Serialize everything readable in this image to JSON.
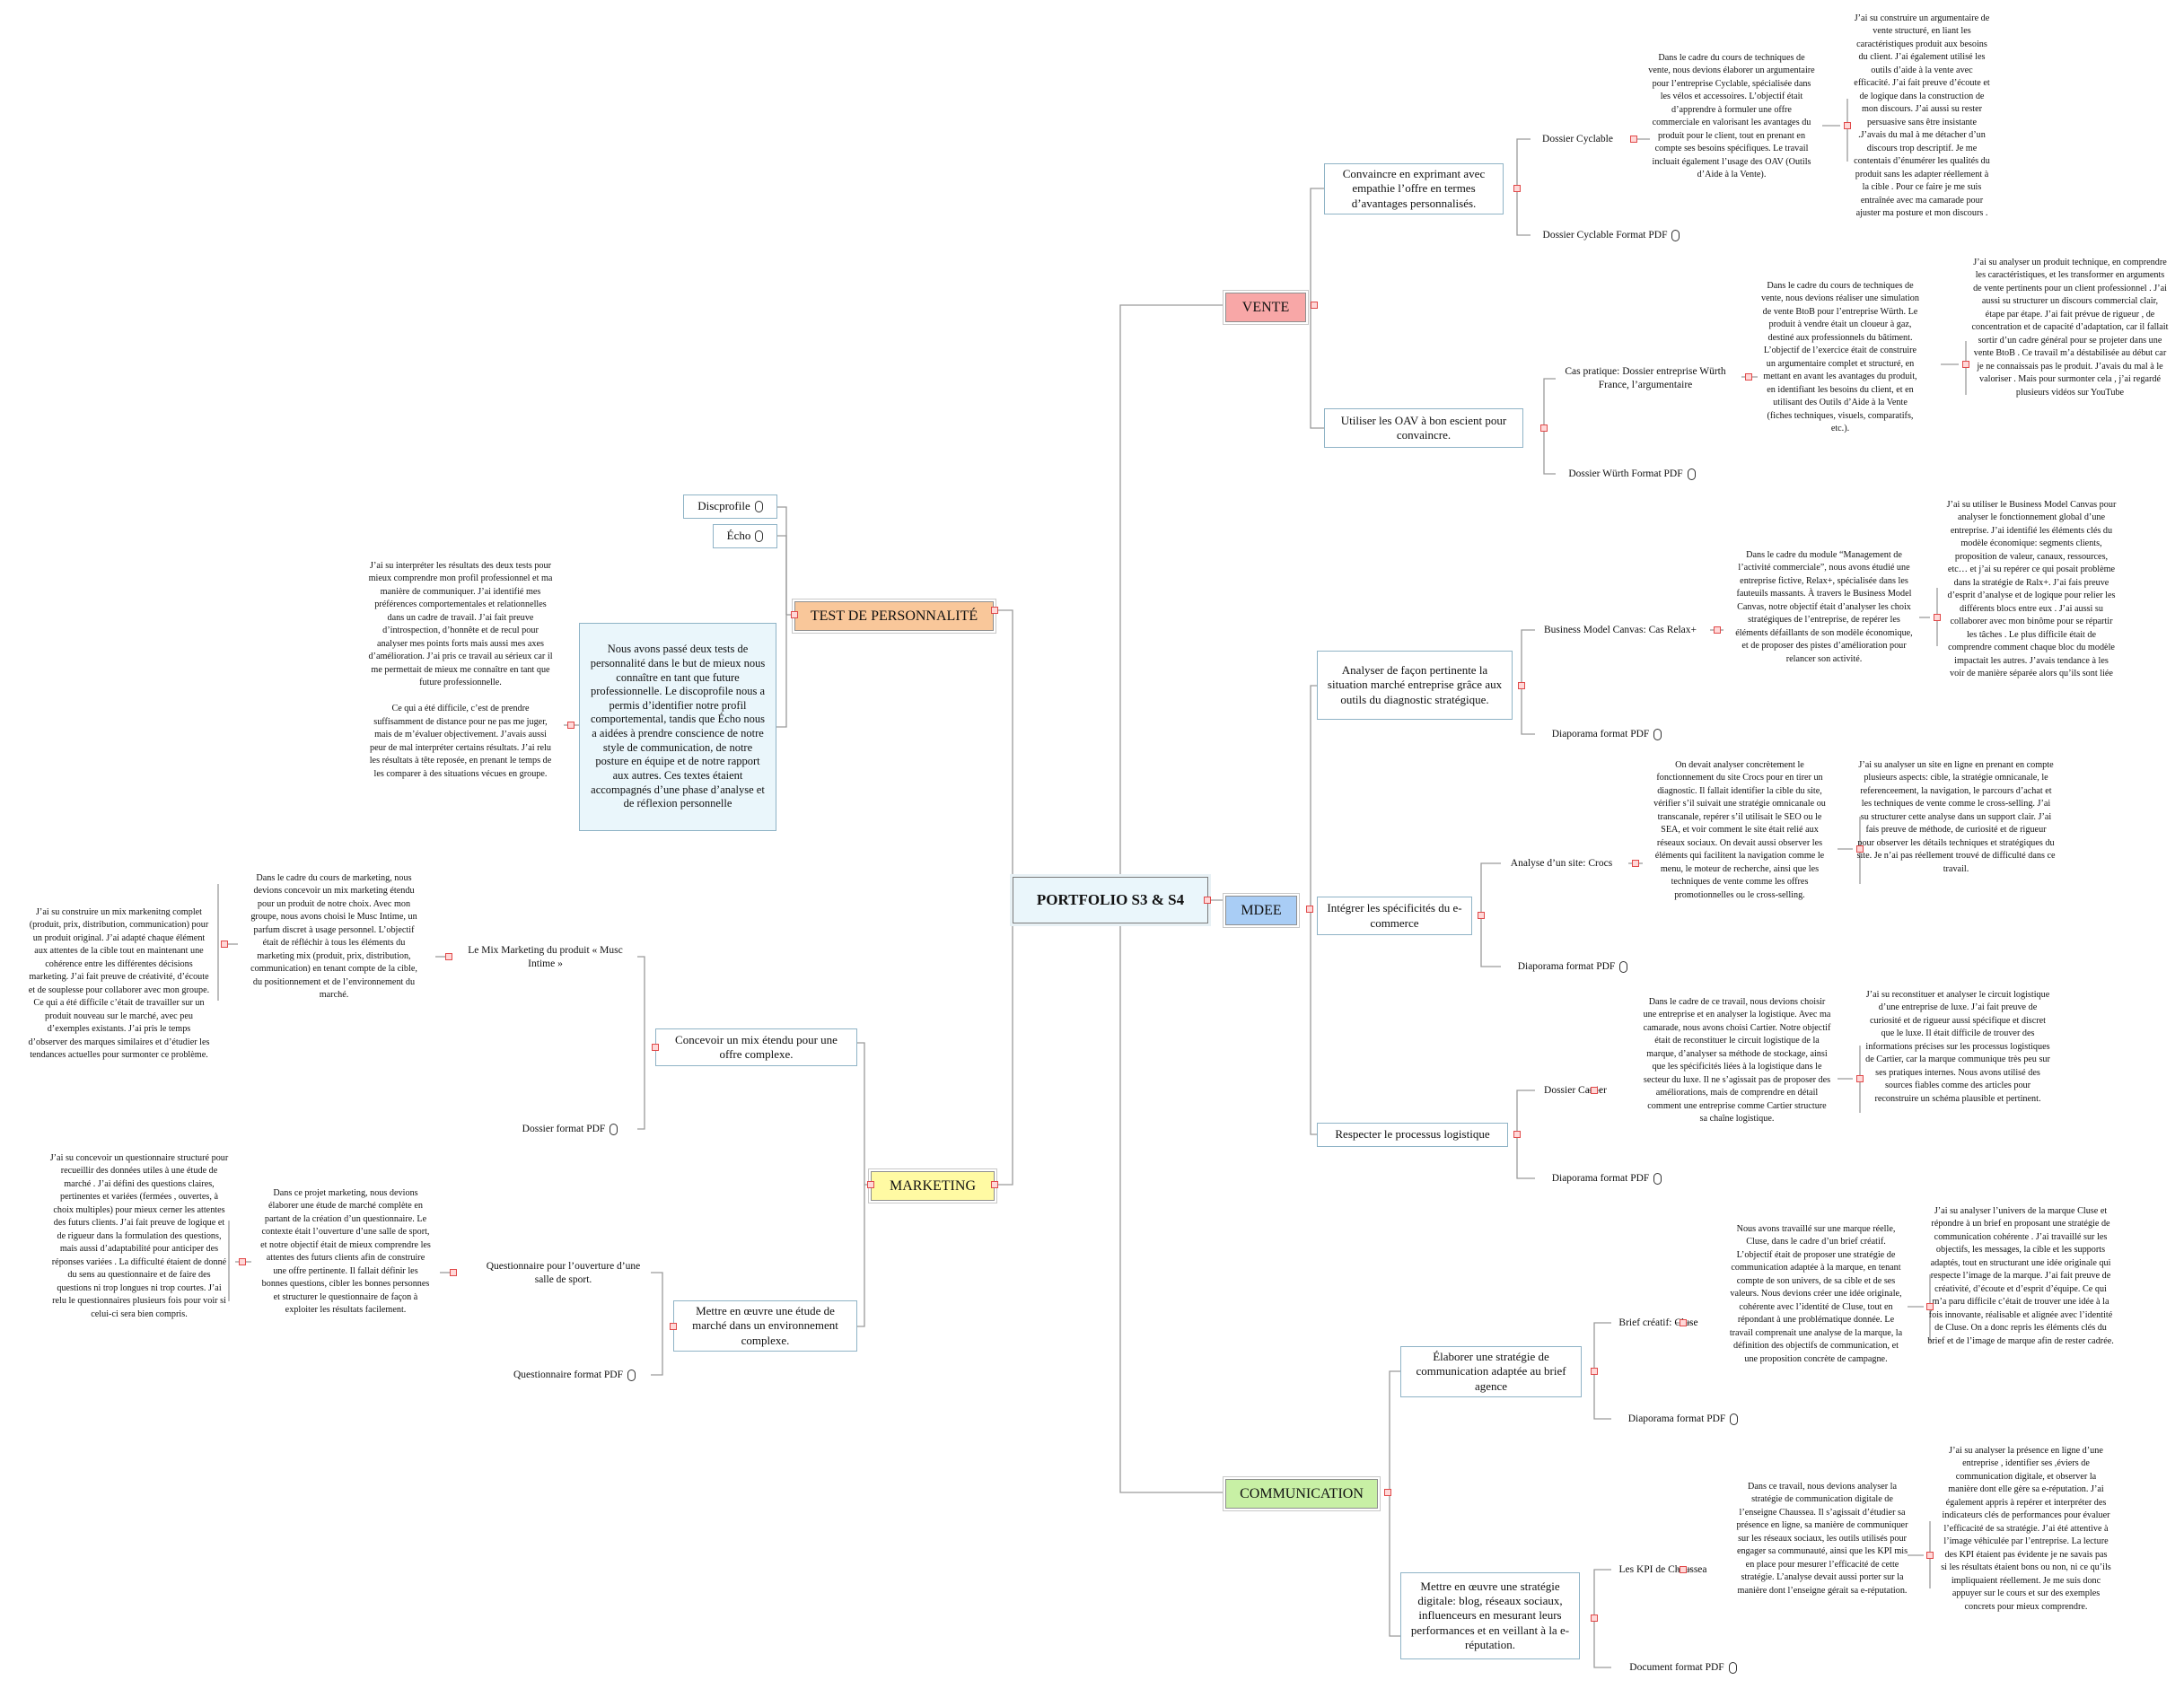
{
  "root": {
    "title": "PORTFOLIO S3 & S4"
  },
  "colors": {
    "vente": "#f8a7a7",
    "mdee": "#a9cdf5",
    "communication": "#c8f0a5",
    "marketing": "#fffaa3",
    "test": "#f9c79a",
    "line": "#9a9a9a",
    "toggle": "#e04a4a"
  },
  "vente": {
    "label": "VENTE",
    "topic1": {
      "label": "Convaincre en exprimant avec empathie l’offre en termes d’avantages personnalisés.",
      "item1": "Dossier Cyclable",
      "item1_desc": "Dans le cadre du cours de techniques de vente, nous devions élaborer un argumentaire pour l’entreprise Cyclable, spécialisée dans les vélos et accessoires. L’objectif était d’apprendre à formuler une offre commerciale en valorisant les avantages du produit pour le client, tout en prenant en compte ses besoins spécifiques. Le travail incluait également l’usage des OAV (Outils d’Aide à la Vente).",
      "item1_reflection": "J’ai su construire un argumentaire de vente structuré, en liant les caractéristiques produit aux besoins du client. J’ai également utilisé les outils d’aide à la vente avec efficacité. J’ai fait preuve d’écoute et de logique dans la construction de mon discours. J’ai aussi su rester persuasive sans être insistante .J’avais du mal à me détacher d’un discours trop descriptif. Je me contentais d’énumérer les qualités du produit sans les adapter réellement à la cible . Pour ce faire je me suis entraînée avec ma camarade pour ajuster ma posture et mon discours .",
      "item2": "Dossier Cyclable Format PDF"
    },
    "topic2": {
      "label": "Utiliser les OAV à bon escient pour convaincre.",
      "item1": "Cas pratique: Dossier entreprise Würth France, l’argumentaire",
      "item1_desc": "Dans le cadre du cours de techniques de vente, nous devions réaliser une simulation de vente BtoB pour l’entreprise Würth. Le produit à vendre était un cloueur à gaz, destiné aux professionnels du bâtiment. L’objectif de l’exercice était de construire un argumentaire complet et structuré, en mettant en avant les avantages du produit, en identifiant les besoins du client, et en utilisant des Outils d’Aide à la Vente (fiches techniques, visuels, comparatifs, etc.).",
      "item1_reflection": "J’ai su analyser un produit technique, en comprendre les caractéristiques, et les transformer en arguments de vente pertinents pour un client professionnel . J’ai aussi su structurer un discours commercial clair, étape par étape. J’ai fait prévue de rigueur , de concentration et de capacité d’adaptation, car il fallait sortir d’un cadre général pour se projeter dans une vente BtoB . Ce travail m’a déstabilisée au début car je ne connaissais pas le produit. J’avais du mal à le valoriser . Mais pour surmonter cela , j’ai regardé plusieurs vidéos sur YouTube",
      "item2": "Dossier Würth Format PDF"
    }
  },
  "mdee": {
    "label": "MDEE",
    "topic1": {
      "label": "Analyser de façon pertinente la situation marché entreprise grâce aux outils du diagnostic stratégique.",
      "item1": "Business Model Canvas: Cas Relax+",
      "item1_desc": "Dans le cadre du module “Management de l’activité commerciale”, nous avons étudié une entreprise fictive, Relax+, spécialisée dans les fauteuils massants. À travers le Business Model Canvas, notre objectif était d’analyser les choix stratégiques de l’entreprise, de repérer les éléments défaillants de son modèle économique, et de proposer des pistes d’amélioration pour relancer son activité.",
      "item1_reflection": "J’ai su utiliser le Business Model Canvas pour analyser le fonctionnement global d’une entreprise. J’ai identifié les éléments clés du modèle économique: segments clients, proposition de valeur, canaux, ressources, etc… et j’ai su repérer ce qui posait problème dans la stratégie de Ralx+. J’ai fais preuve d’esprit d’analyse et de logique pour relier les différents blocs entre eux . J’ai aussi su collaborer avec mon binôme pour se répartir les tâches . Le plus difficile était de comprendre comment chaque bloc du modèle impactait les autres. J’avais tendance à les voir de manière séparée alors qu’ils sont liée",
      "item2": "Diaporama format PDF"
    },
    "topic2": {
      "label": "Intégrer les spécificités du e-commerce",
      "item1": "Analyse d’un site: Crocs",
      "item1_desc": "On devait analyser concrètement le fonctionnement du site Crocs pour en tirer un diagnostic. Il fallait identifier la cible du site, vérifier s’il suivait une stratégie omnicanale ou transcanale, repérer s’il utilisait le SEO ou le SEA, et voir comment le site était relié aux réseaux sociaux. On devait aussi observer les éléments qui facilitent la navigation comme le menu, le moteur de recherche, ainsi que les techniques de vente comme les offres promotionnelles ou le cross-selling.",
      "item1_reflection": "J’ai su analyser un site en ligne en prenant en compte plusieurs aspects: cible, la stratégie omnicanale, le referenceement, la navigation, le parcours d’achat et les techniques de vente comme le cross-selling. J’ai su structurer cette analyse dans un support clair. J’ai fais preuve de méthode, de curiosité et de rigueur pour observer les détails techniques et stratégiques du site. Je n’ai pas réellement trouvé de difficulté dans ce travail.",
      "item2": "Diaporama format PDF"
    },
    "topic3": {
      "label": "Respecter le processus logistique",
      "item1": "Dossier Cartier",
      "item1_desc": "Dans le cadre de ce travail, nous devions choisir une entreprise et en analyser la logistique. Avec ma camarade, nous avons choisi Cartier. Notre objectif était de reconstituer le circuit logistique de la marque, d’analyser sa méthode de stockage, ainsi que les spécificités liées à la logistique dans le secteur du luxe. Il ne s’agissait pas de proposer des améliorations, mais de comprendre en détail comment une entreprise comme Cartier structure sa chaîne logistique.",
      "item1_reflection": "J’ai su reconstituer et analyser le circuit logistique d’une entreprise de luxe. J’ai fait preuve de curiosité et de rigueur aussi spécifique et discret que le luxe. Il était difficile de trouver des informations précises sur les processus logistiques de Cartier, car la marque communique très peu sur ses pratiques internes. Nous avons utilisé des sources fiables comme des articles pour reconstruire un schéma plausible et pertinent.",
      "item2": "Diaporama format PDF"
    }
  },
  "communication": {
    "label": "COMMUNICATION",
    "topic1": {
      "label": "Élaborer une stratégie de communication adaptée au brief agence",
      "item1": "Brief créatif: Cluse",
      "item1_desc": "Nous avons travaillé sur une marque réelle, Cluse, dans le cadre d’un brief créatif. L’objectif était de proposer une stratégie de communication adaptée à la marque, en tenant compte de son univers, de sa cible et de ses valeurs. Nous devions créer une idée originale, cohérente avec l’identité de Cluse, tout en répondant à une problématique donnée. Le travail comprenait une analyse de la marque, la définition des objectifs de communication, et une proposition concrète de campagne.",
      "item1_reflection": "J’ai su analyser l’univers de la marque Cluse et répondre à un brief en proposant une stratégie de communication cohérente . J’ai travaillé sur les objectifs, les messages, la cible et les supports adaptés, tout en structurant une idée originale qui respecte l’image de la marque. J’ai fait preuve de créativité, d’écoute et d’esprit d’équipe. Ce qui m’a paru difficile c’était de trouver une idée à la fois innovante, réalisable et alignée avec l’identité de Cluse. On a donc repris les éléments clés du brief et de l’image de marque afin de rester cadrée.",
      "item2": "Diaporama format PDF"
    },
    "topic2": {
      "label": "Mettre en œuvre une stratégie digitale: blog, réseaux sociaux, influenceurs en mesurant leurs performances et en veillant à la e-réputation.",
      "item1": "Les KPI de Chaussea",
      "item1_desc": "Dans ce travail, nous devions analyser la stratégie de communication digitale de l’enseigne Chaussea. Il s’agissait d’étudier sa présence en ligne, sa manière de communiquer sur les réseaux sociaux, les outils utilisés pour engager sa communauté, ainsi que les KPI mis en place pour mesurer l’efficacité de cette stratégie. L’analyse devait aussi porter sur la manière dont l’enseigne gérait sa e-réputation.",
      "item1_reflection": "J’ai su analyser la présence en ligne d’une entreprise , identifier ses ,éviers de communication digitale, et observer la manière dont elle gère sa e-réputation. J’ai également appris à repérer et interpréter des indicateurs clés de performances pour évaluer l’efficacité de sa stratégie. J’ai été attentive à l’image véhiculée par l’entreprise. La lecture des KPI étaient pas évidente je ne savais pas si les résultats étaient bons ou non, ni ce qu’ils impliquaient réellement. Je me suis donc appuyer sur le cours et sur des exemples concrets pour mieux comprendre.",
      "item2": "Document format PDF"
    }
  },
  "test": {
    "label": "TEST DE PERSONNALITÉ",
    "item1": "Discprofile",
    "item2": "Écho",
    "summary": "Nous avons passé deux tests de personnalité dans le but de mieux nous connaître en tant que future professionnelle. Le discoprofile nous a permis d’identifier notre profil comportemental, tandis que Écho nous a aidées à prendre conscience de notre style de communication, de notre posture en équipe et de notre rapport aux autres. Ces textes étaient accompagnés d’une phase d’analyse et de réflexion personnelle",
    "reflection": "J’ai su interpréter les résultats des deux tests pour mieux comprendre mon profil professionnel et ma manière de communiquer. J’ai identifié mes préférences comportementales et relationnelles dans un cadre de travail. J’ai fait preuve d’introspection, d’honnête et de recul pour analyser mes points forts mais aussi mes axes d’amélioration. J’ai pris ce travail au sérieux car il me permettait de mieux me connaître en tant que future professionnelle.\n\nCe qui a été difficile, c’est de prendre suffisamment de distance pour ne pas me juger, mais de m’évaluer objectivement. J’avais aussi peur de mal interpréter certains résultats. J’ai relu les résultats à tête reposée, en prenant le temps de les comparer à des situations vécues en groupe."
  },
  "marketing": {
    "label": "MARKETING",
    "topic1": {
      "label": "Concevoir un mix étendu pour une offre complexe.",
      "item1": "Le Mix Marketing du produit « Musc Intime »",
      "item1_desc": "Dans le cadre du cours de marketing, nous devions concevoir un mix marketing étendu pour un produit de notre choix. Avec mon groupe, nous avons choisi le Musc Intime, un parfum discret à usage personnel. L’objectif était de réfléchir à tous les éléments du marketing mix (produit, prix, distribution, communication) en tenant compte de la cible, du positionnement et de l’environnement du marché.",
      "item1_reflection": "J’ai su construire un mix markenitng complet (produit, prix, distribution, communication) pour un produit original. J’ai adapté chaque élément aux attentes de la cible tout en maintenant une cohérence entre les différentes décisions marketing. J’ai fait preuve de créativité, d’écoute et de souplesse pour collaborer avec mon groupe. Ce qui a été difficile c’était de travailler sur un produit nouveau sur le marché, avec peu d’exemples existants. J’ai pris le temps d’observer des marques similaires et d’étudier les tendances actuelles pour surmonter ce problème.",
      "item2": "Dossier format PDF"
    },
    "topic2": {
      "label": "Mettre en œuvre une étude de marché dans un environnement complexe.",
      "item1": "Questionnaire pour l’ouverture d’une salle de sport.",
      "item1_desc": "Dans ce projet marketing, nous devions élaborer une étude de marché complète en partant de la création d’un questionnaire. Le contexte était l’ouverture d’une salle de sport, et notre objectif était de mieux comprendre les attentes des futurs clients afin de construire une offre pertinente. Il fallait définir les bonnes questions, cibler les bonnes personnes et structurer le questionnaire de façon à exploiter les résultats facilement.",
      "item1_reflection": "J’ai su concevoir un questionnaire structuré pour recueillir des données utiles à une étude de marché . J’ai défini des questions claires, pertinentes et variées (fermées , ouvertes, à choix multiples) pour mieux cerner les attentes des futurs clients. J’ai fait preuve de logique et de rigueur dans la formulation des questions, mais aussi d’adaptabilité pour anticiper des réponses variées . La difficulté étaient de donné du sens au questionnaire et de faire des questions ni trop longues ni trop courtes. J’ai relu le questionnaires plusieurs fois pour voir si celui-ci sera bien compris.",
      "item2": "Questionnaire format PDF"
    }
  }
}
